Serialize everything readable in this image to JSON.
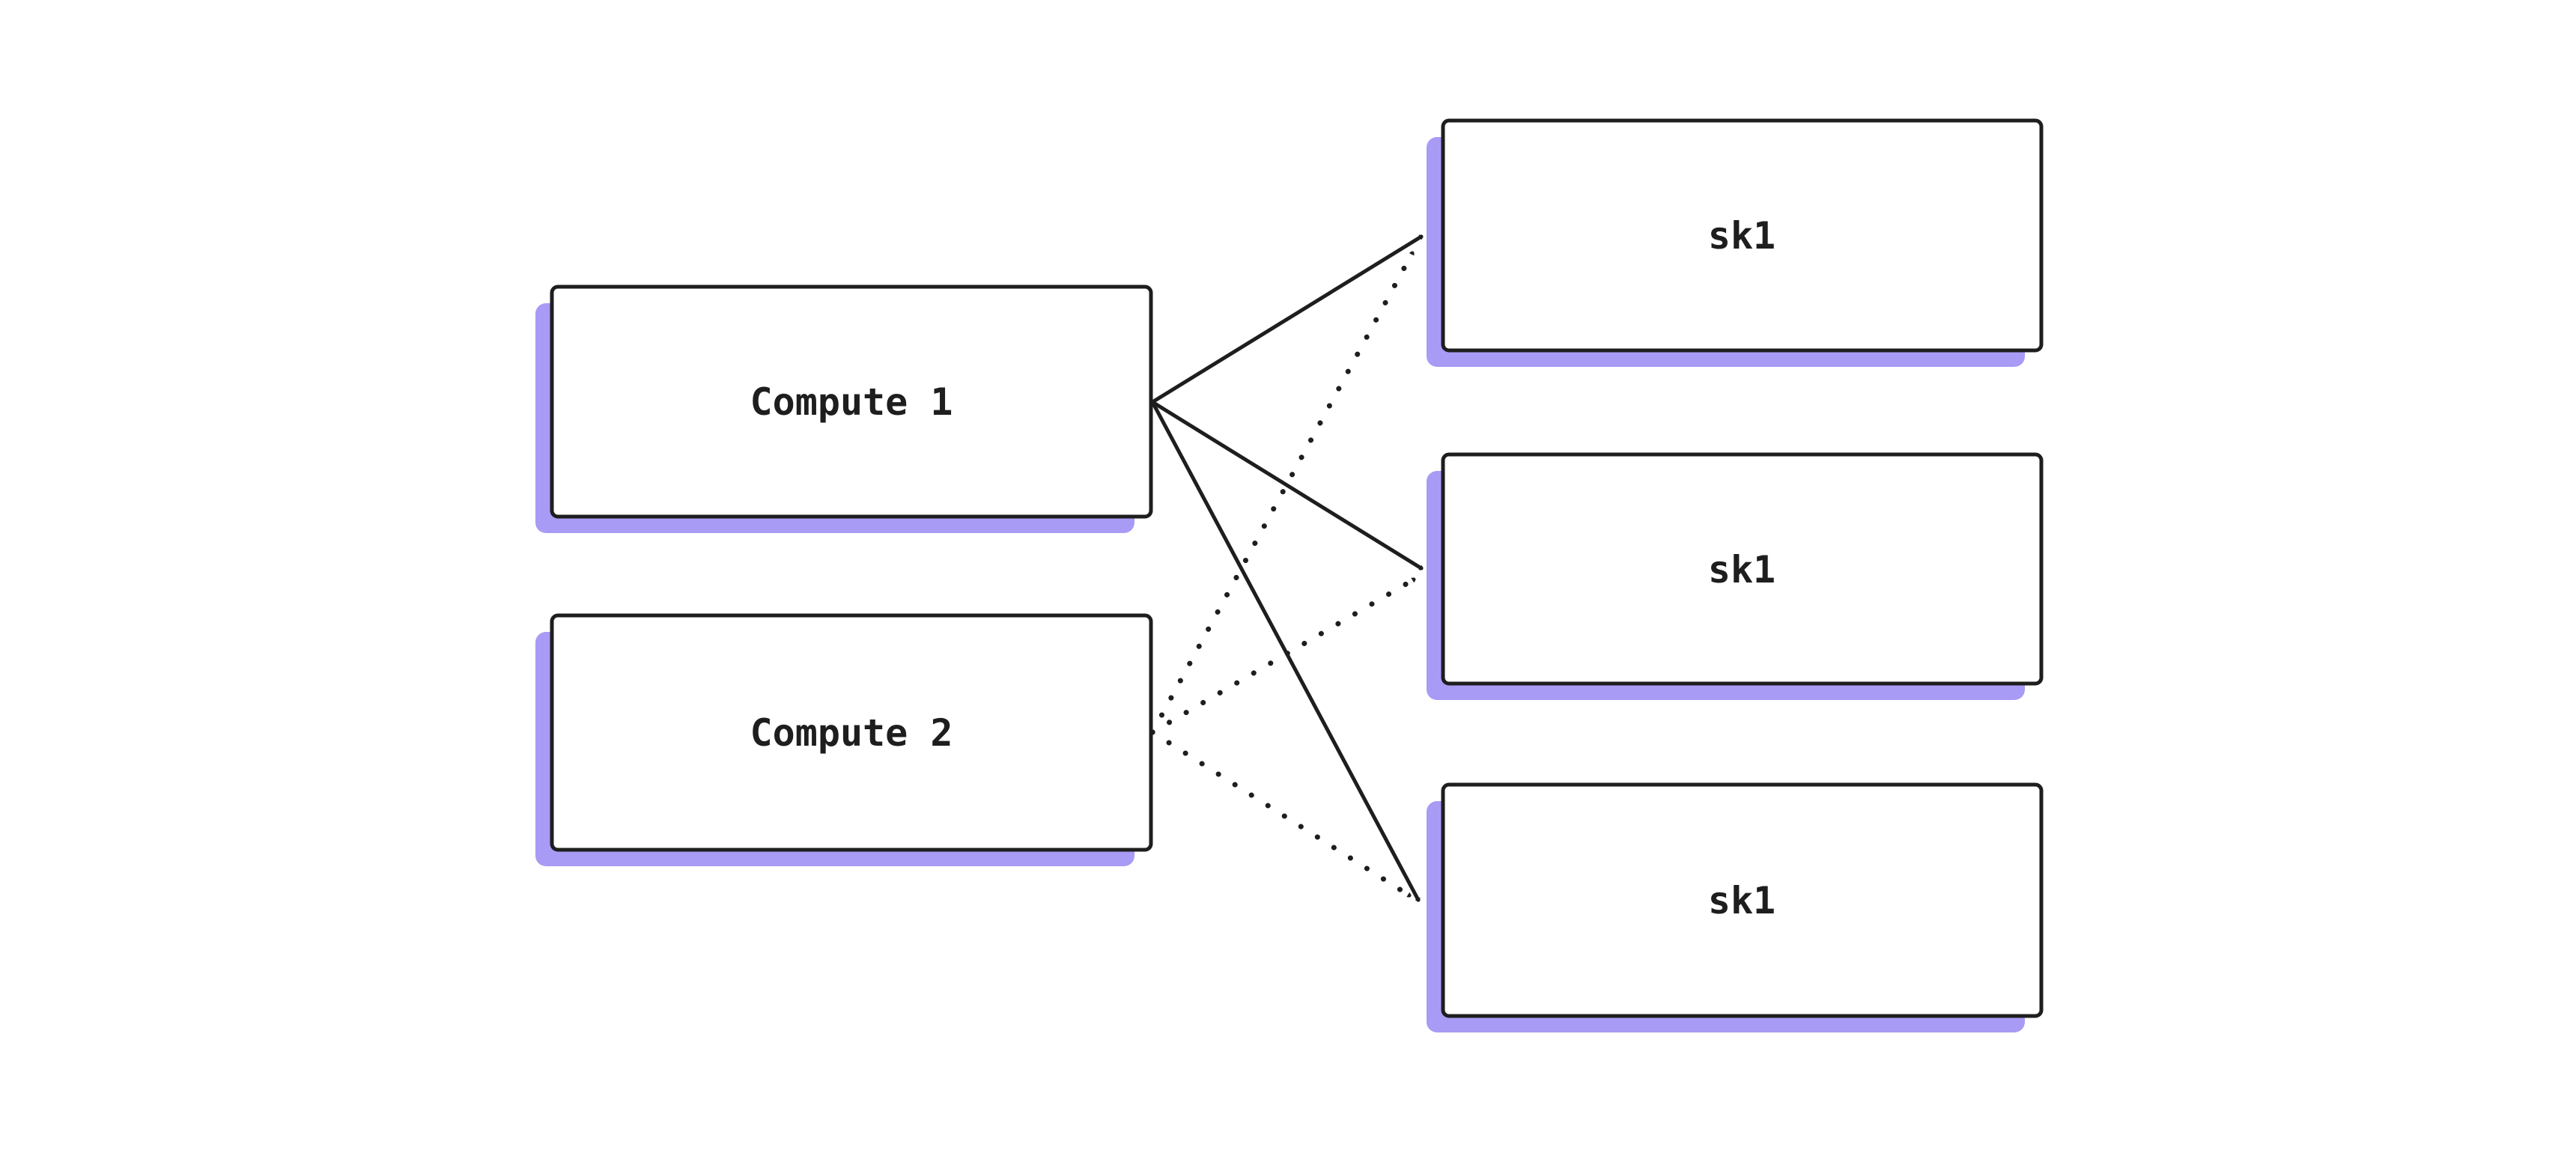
{
  "diagram": {
    "background_color": "#ffffff",
    "stroke_color": "#1e1e1e",
    "text_color": "#1e1e1e",
    "node_fill": "#ffffff",
    "shadow_color": "#a89bf5",
    "nodes": {
      "compute1": {
        "label": "Compute 1"
      },
      "compute2": {
        "label": "Compute 2"
      },
      "sk1_top": {
        "label": "sk1"
      },
      "sk1_middle": {
        "label": "sk1"
      },
      "sk1_bottom": {
        "label": "sk1"
      }
    },
    "edges": [
      {
        "from": "compute1",
        "to": "sk1_top",
        "style": "solid",
        "arrowhead": "arrow"
      },
      {
        "from": "compute1",
        "to": "sk1_middle",
        "style": "solid",
        "arrowhead": "arrow"
      },
      {
        "from": "compute1",
        "to": "sk1_bottom",
        "style": "solid",
        "arrowhead": "arrow"
      },
      {
        "from": "compute2",
        "to": "sk1_top",
        "style": "dotted",
        "arrowhead": "arrow"
      },
      {
        "from": "compute2",
        "to": "sk1_middle",
        "style": "dotted",
        "arrowhead": "arrow"
      },
      {
        "from": "compute2",
        "to": "sk1_bottom",
        "style": "dotted",
        "arrowhead": "arrow"
      }
    ]
  }
}
